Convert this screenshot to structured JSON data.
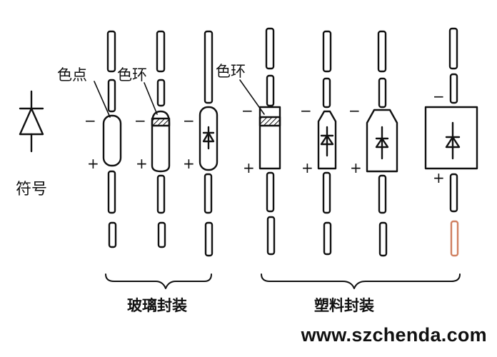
{
  "labels": {
    "symbol": "符号",
    "color_dot": "色点",
    "color_ring_1": "色环",
    "color_ring_2": "色环",
    "glass_package": "玻璃封装",
    "plastic_package": "塑料封装",
    "minus": "−",
    "plus": "+"
  },
  "watermark": "www.szchenda.com",
  "colors": {
    "ink": "#111111",
    "watermark_hint": "#d08060"
  }
}
